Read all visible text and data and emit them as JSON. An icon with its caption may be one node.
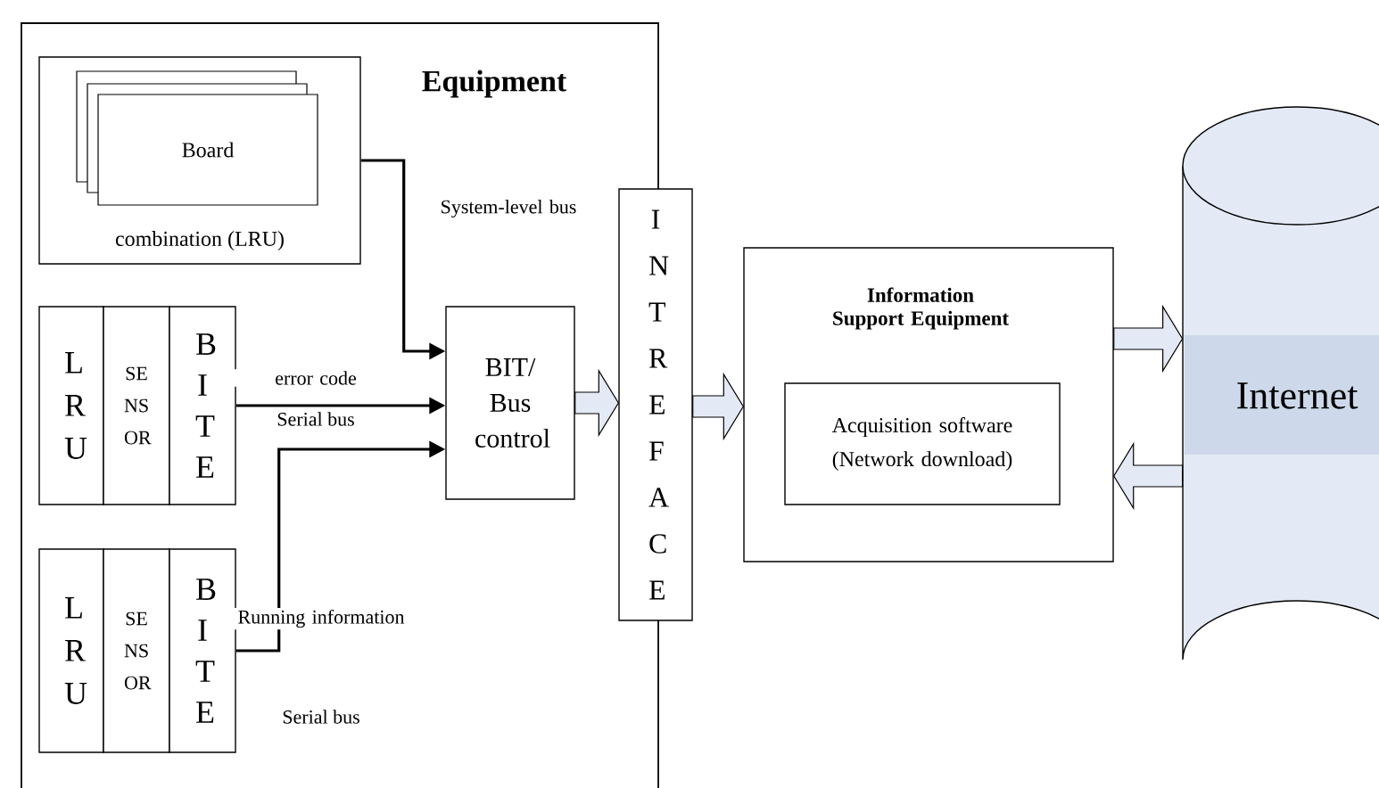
{
  "diagram": {
    "nodes": [
      {
        "text": [
          "Equipment"
        ]
      },
      {
        "text": [
          "combination (LRU)"
        ],
        "in": 0
      },
      {
        "text": [
          "Board"
        ],
        "in": 1
      },
      {
        "text": [
          "L R U"
        ],
        "in": 0
      },
      {
        "text": [
          "SE NS OR"
        ],
        "in": 0
      },
      {
        "text": [
          "B I T E"
        ],
        "in": 0
      },
      {
        "text": [
          "L R U"
        ],
        "in": 0
      },
      {
        "text": [
          "SE NS OR"
        ],
        "in": 0
      },
      {
        "text": [
          "B I T E"
        ],
        "in": 0
      },
      {
        "text": [
          "BIT/ Bus control"
        ],
        "in": 0
      },
      {
        "text": [
          "I N T R E F A C E"
        ]
      },
      {
        "text": [
          "Information Support Equipment"
        ]
      },
      {
        "text": [
          "Acquisition software (Network download)"
        ],
        "in": 11
      },
      {
        "text": [
          "Internet"
        ]
      }
    ],
    "edges": [
      {
        "from": 1,
        "to": 9,
        "arrow": "to",
        "label": "System-level bus"
      },
      {
        "from": 5,
        "to": 9,
        "arrow": "to",
        "label": "error code"
      },
      {
        "from": 8,
        "to": 9,
        "arrow": "to",
        "label": "Running information"
      },
      {
        "from": 9,
        "to": 10,
        "arrow": "to",
        "style": "thick",
        "color": "#e3eaf5"
      },
      {
        "from": 10,
        "to": 11,
        "arrow": "to",
        "style": "thick",
        "color": "#e3eaf5"
      },
      {
        "from": 11,
        "to": 13,
        "arrow": "to",
        "style": "thick",
        "color": "#e3eaf5"
      },
      {
        "from": 13,
        "to": 11,
        "arrow": "to",
        "style": "thick",
        "color": "#e3eaf5"
      }
    ],
    "labels": [
      "Serial bus",
      "Serial bus"
    ]
  }
}
